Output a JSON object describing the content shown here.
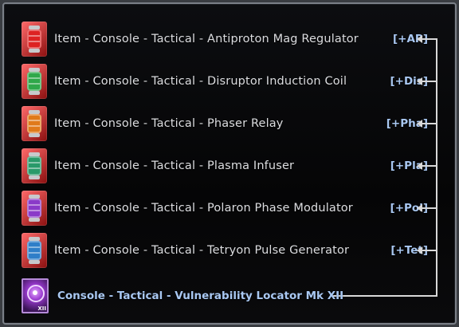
{
  "rows": [
    {
      "label": "Item - Console - Tactical - Antiproton Mag Regulator",
      "tag": "[+AP]",
      "icon": "antiproton-console-icon",
      "color": "#c81e1e"
    },
    {
      "label": "Item - Console - Tactical - Disruptor Induction Coil",
      "tag": "[+Dis]",
      "icon": "disruptor-console-icon",
      "color": "#2fa84a"
    },
    {
      "label": "Item - Console - Tactical - Phaser Relay",
      "tag": "[+Pha]",
      "icon": "phaser-console-icon",
      "color": "#e07a1a"
    },
    {
      "label": "Item - Console - Tactical - Plasma Infuser",
      "tag": "[+Pla]",
      "icon": "plasma-console-icon",
      "color": "#2a9a6a"
    },
    {
      "label": "Item - Console - Tactical - Polaron Phase Modulator",
      "tag": "[+Pol]",
      "icon": "polaron-console-icon",
      "color": "#8a3ac8"
    },
    {
      "label": "Item - Console - Tactical - Tetryon Pulse Generator",
      "tag": "[+Tet]",
      "icon": "tetryon-console-icon",
      "color": "#2f7ec8"
    }
  ],
  "result": {
    "label": "Console - Tactical - Vulnerability Locator Mk XII",
    "mark": "XII",
    "icon": "vulnerability-locator-icon"
  },
  "colors": {
    "accent_text": "#a9c8f2",
    "item_text": "#dcdde0",
    "connector": "#d8d8d8",
    "background": "#050506"
  }
}
